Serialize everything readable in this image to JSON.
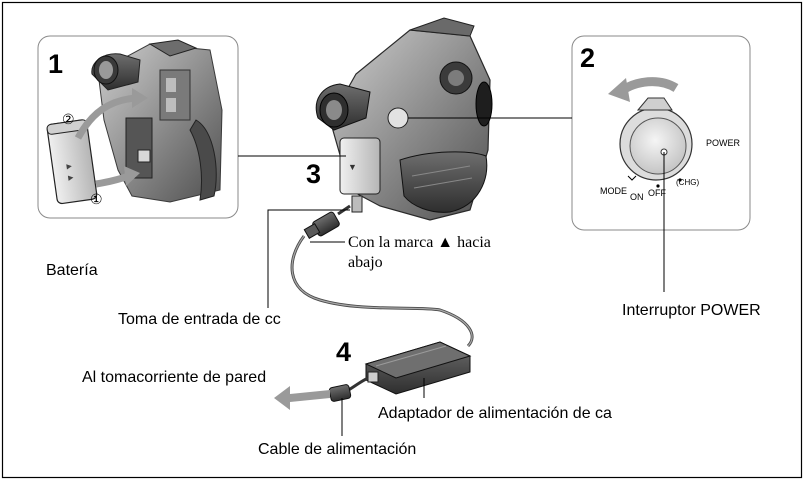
{
  "steps": {
    "s1": "1",
    "s2": "2",
    "s3": "3",
    "s4": "4"
  },
  "circled": {
    "c1": "①",
    "c2": "②"
  },
  "labels": {
    "bateria": "Batería",
    "marca_line1": "Con la marca ▲ hacia",
    "marca_line2": "abajo",
    "toma": "Toma de entrada de cc",
    "interruptor": "Interruptor POWER",
    "tomacorriente": "Al tomacorriente de pared",
    "adaptador": "Adaptador de alimentación de ca",
    "cable": "Cable de alimentación"
  },
  "switch_labels": {
    "power": "POWER",
    "mode": "MODE",
    "on": "ON",
    "off": "OFF",
    "chg": "(CHG)"
  },
  "colors": {
    "frame": "#000000",
    "panel_border": "#8a8a8a",
    "device_gray": "#8f8f8f",
    "device_dark": "#5a5a5a",
    "arrow_gray": "#9a9a9a"
  }
}
